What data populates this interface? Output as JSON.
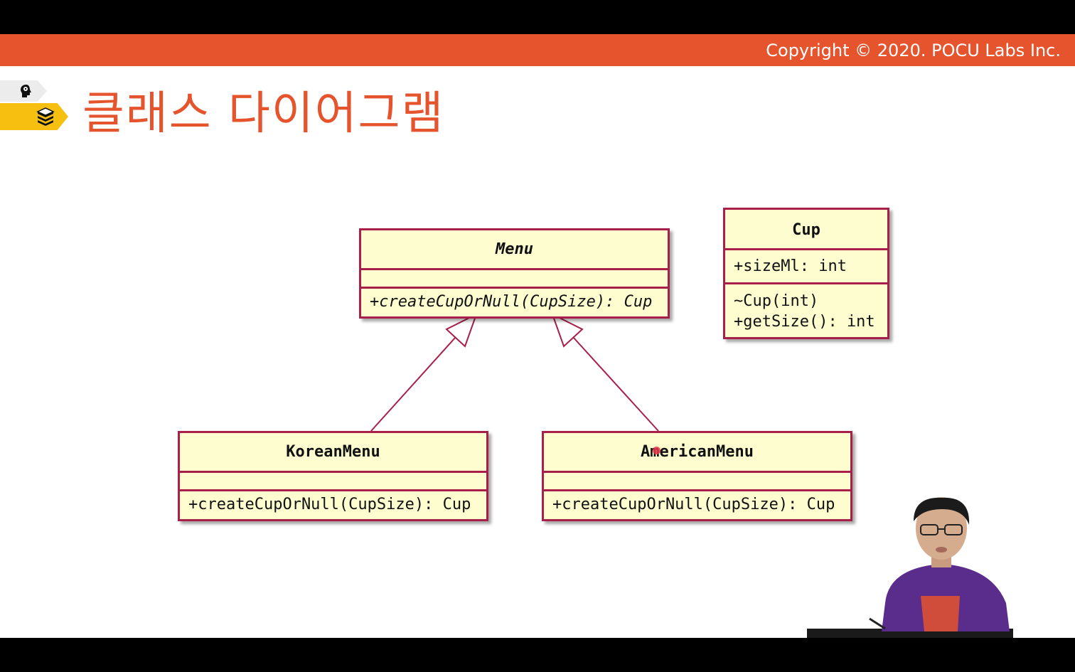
{
  "header": {
    "copyright": "Copyright © 2020. POCU Labs Inc."
  },
  "nav": {
    "tabs": [
      {
        "icon": "head-icon"
      },
      {
        "icon": "books-icon"
      }
    ]
  },
  "slide": {
    "title": "클래스 다이어그램"
  },
  "diagram": {
    "classes": [
      {
        "id": "menu",
        "name": "Menu",
        "abstract": true,
        "attributes": [],
        "methods": [
          "+createCupOrNull(CupSize): Cup"
        ]
      },
      {
        "id": "cup",
        "name": "Cup",
        "abstract": false,
        "attributes": [
          "+sizeMl: int"
        ],
        "methods": [
          "~Cup(int)",
          "+getSize(): int"
        ]
      },
      {
        "id": "korean-menu",
        "name": "KoreanMenu",
        "abstract": false,
        "attributes": [],
        "methods": [
          "+createCupOrNull(CupSize): Cup"
        ]
      },
      {
        "id": "american-menu",
        "name": "AmericanMenu",
        "abstract": false,
        "attributes": [],
        "methods": [
          "+createCupOrNull(CupSize): Cup"
        ]
      }
    ],
    "relationships": [
      {
        "type": "generalization",
        "from": "korean-menu",
        "to": "menu"
      },
      {
        "type": "generalization",
        "from": "american-menu",
        "to": "menu"
      }
    ]
  },
  "colors": {
    "accent": "#e5542d",
    "tab_active": "#f7bf0f",
    "uml_border": "#a8204a",
    "uml_fill": "#fefdd0"
  }
}
